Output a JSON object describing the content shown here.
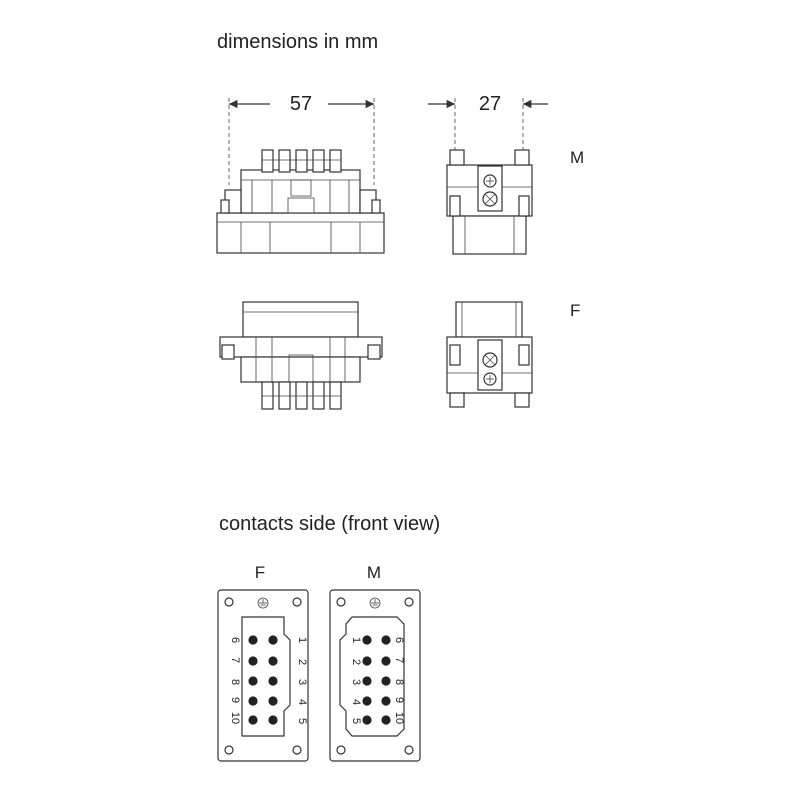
{
  "headings": {
    "dimensions": "dimensions in mm",
    "contacts": "contacts side (front view)"
  },
  "dimensions": {
    "width": "57",
    "depth": "27"
  },
  "side_labels": {
    "male": "M",
    "female": "F"
  },
  "front_view_labels": {
    "female": "F",
    "male": "M"
  },
  "female_pins": {
    "left": [
      "6",
      "7",
      "8",
      "9",
      "10"
    ],
    "right": [
      "1",
      "2",
      "3",
      "4",
      "5"
    ]
  },
  "male_pins": {
    "left": [
      "1",
      "2",
      "3",
      "4",
      "5"
    ],
    "right": [
      "6",
      "7",
      "8",
      "9",
      "10"
    ]
  },
  "icons": {
    "ground": "ground-symbol-icon"
  }
}
